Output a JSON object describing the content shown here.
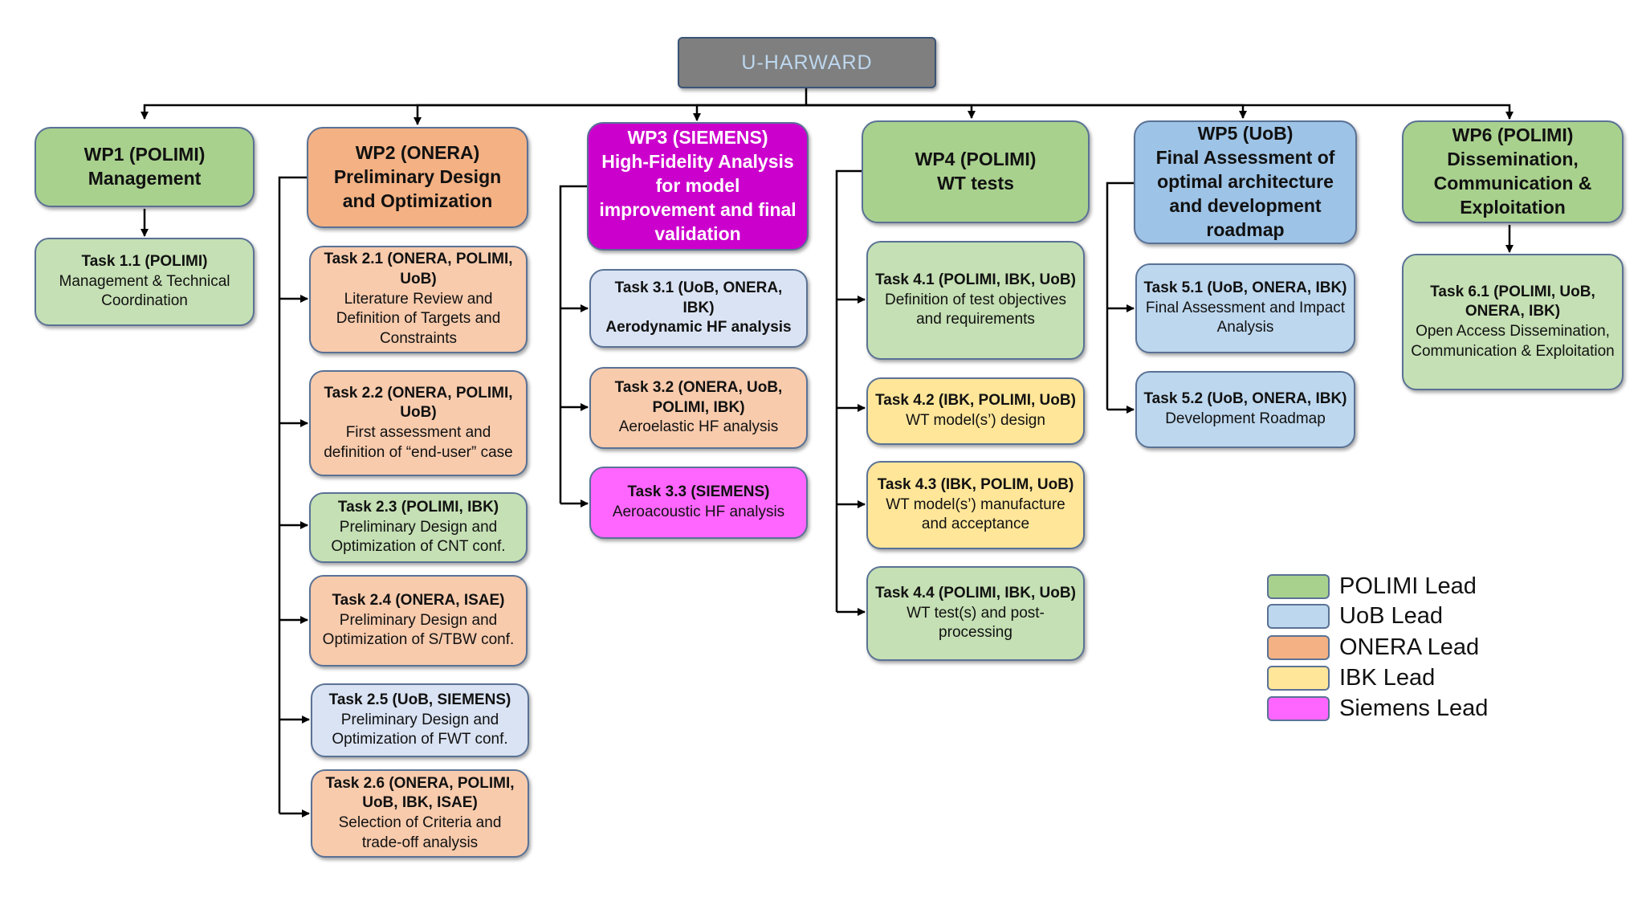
{
  "root": {
    "label": "U-HARWARD"
  },
  "work_packages": [
    {
      "id": "wp1",
      "title": "WP1 (POLIMI)",
      "subtitle": "Management"
    },
    {
      "id": "wp2",
      "title": "WP2 (ONERA)",
      "subtitle": "Preliminary Design and Optimization"
    },
    {
      "id": "wp3",
      "title": "WP3 (SIEMENS)",
      "subtitle": "High-Fidelity Analysis for model improvement and final validation"
    },
    {
      "id": "wp4",
      "title": "WP4 (POLIMI)",
      "subtitle": "WT tests"
    },
    {
      "id": "wp5",
      "title": "WP5 (UoB)",
      "subtitle": "Final Assessment of optimal architecture and development roadmap"
    },
    {
      "id": "wp6",
      "title": "WP6 (POLIMI)",
      "subtitle": "Dissemination, Communication & Exploitation"
    }
  ],
  "tasks": {
    "wp1": [
      {
        "title": "Task 1.1 (POLIMI)",
        "desc": "Management & Technical Coordination"
      }
    ],
    "wp2": [
      {
        "title": "Task 2.1 (ONERA, POLIMI, UoB)",
        "desc": "Literature Review and Definition of Targets and Constraints"
      },
      {
        "title": "Task 2.2 (ONERA, POLIMI, UoB)",
        "desc": "First assessment and definition of “end-user” case"
      },
      {
        "title": "Task 2.3 (POLIMI, IBK)",
        "desc": "Preliminary Design and Optimization of CNT conf."
      },
      {
        "title": "Task 2.4 (ONERA, ISAE)",
        "desc": "Preliminary Design and Optimization of S/TBW conf."
      },
      {
        "title": "Task 2.5 (UoB, SIEMENS)",
        "desc": "Preliminary Design and Optimization of FWT conf."
      },
      {
        "title": "Task 2.6 (ONERA, POLIMI, UoB, IBK, ISAE)",
        "desc": "Selection of Criteria and trade-off analysis"
      }
    ],
    "wp3": [
      {
        "title": "Task 3.1 (UoB, ONERA, IBK)",
        "desc": "Aerodynamic HF analysis"
      },
      {
        "title": "Task 3.2 (ONERA, UoB, POLIMI, IBK)",
        "desc": "Aeroelastic HF analysis"
      },
      {
        "title": "Task 3.3 (SIEMENS)",
        "desc": "Aeroacoustic HF analysis"
      }
    ],
    "wp4": [
      {
        "title": "Task 4.1 (POLIMI, IBK, UoB)",
        "desc": "Definition of test objectives and requirements"
      },
      {
        "title": "Task 4.2 (IBK, POLIMI, UoB)",
        "desc": "WT model(s’) design"
      },
      {
        "title": "Task 4.3 (IBK, POLIM, UoB)",
        "desc": "WT model(s’) manufacture and acceptance"
      },
      {
        "title": "Task 4.4 (POLIMI, IBK, UoB)",
        "desc": "WT test(s) and post-processing"
      }
    ],
    "wp5": [
      {
        "title": "Task 5.1 (UoB, ONERA, IBK)",
        "desc": "Final Assessment and Impact Analysis"
      },
      {
        "title": "Task 5.2 (UoB, ONERA, IBK)",
        "desc": "Development Roadmap"
      }
    ],
    "wp6": [
      {
        "title": "Task 6.1 (POLIMI, UoB, ONERA, IBK)",
        "desc": "Open Access Dissemination, Communication & Exploitation"
      }
    ]
  },
  "legend": [
    {
      "label": "POLIMI Lead",
      "color": "#a9d18e"
    },
    {
      "label": "UoB Lead",
      "color": "#bdd7ee"
    },
    {
      "label": "ONERA Lead",
      "color": "#f4b183"
    },
    {
      "label": "IBK Lead",
      "color": "#ffe699"
    },
    {
      "label": "Siemens Lead",
      "color": "#ff66ff"
    }
  ]
}
